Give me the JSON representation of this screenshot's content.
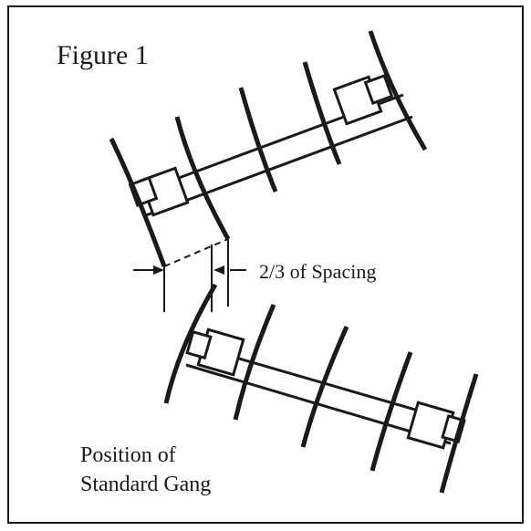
{
  "figure": {
    "title": "Figure 1",
    "spacing_label": "2/3 of Spacing",
    "standard_gang_label_line1": "Position of",
    "standard_gang_label_line2": "Standard Gang"
  },
  "colors": {
    "ink": "#1a1a1a",
    "background": "#ffffff"
  }
}
